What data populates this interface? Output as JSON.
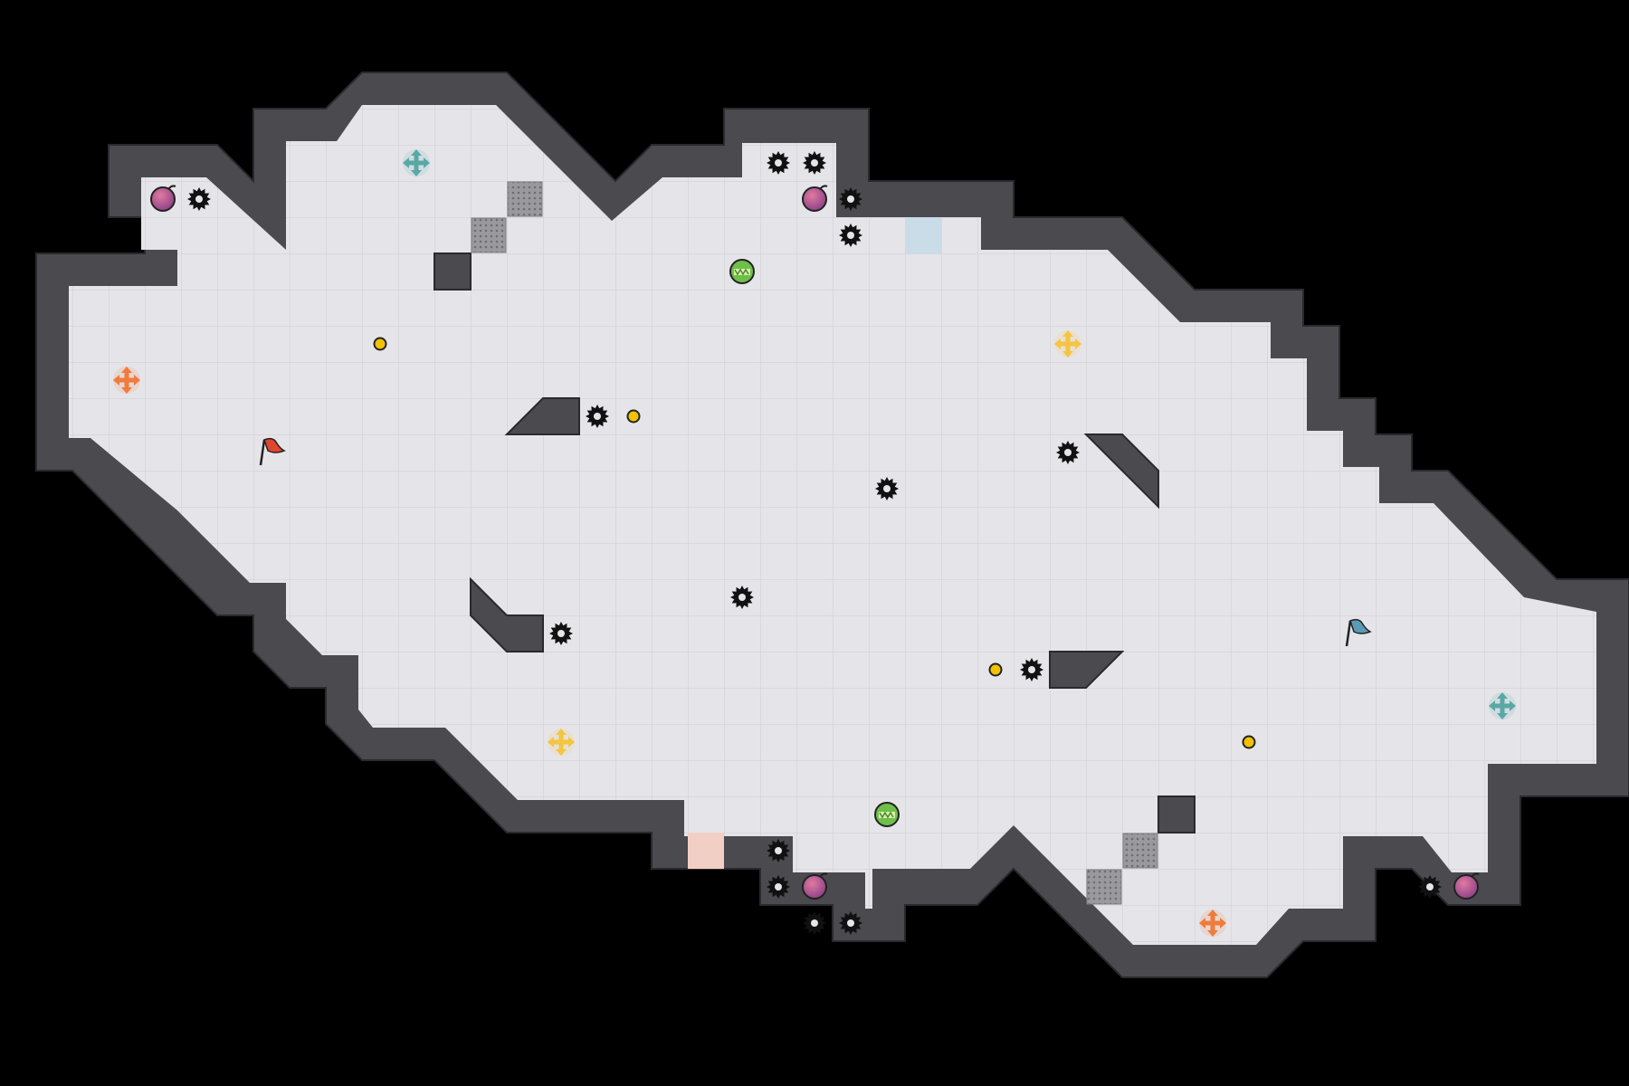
{
  "map": {
    "name": "",
    "colors": {
      "background": "#000000",
      "floor": "#e5e5e9",
      "grid": "#d3d3d9",
      "wall": "#4a4a4f",
      "wall_edge": "#2a2a2e",
      "red_team": "#e0452f",
      "blue_team": "#5a9ab5",
      "red_base": "#f2cfc4",
      "blue_base": "#c9dce7",
      "spike": "#111111",
      "bomb": "#a4508a",
      "booster": "#6fbf4b",
      "token": "#f2c200",
      "portal_teal": "#5aa8a6",
      "portal_orange": "#f07b3d",
      "portal_yellow": "#f5c542"
    },
    "objects": {
      "flags": [
        {
          "team": "red",
          "icon": "red-flag-icon",
          "col": 7,
          "row": 12
        },
        {
          "team": "blue",
          "icon": "blue-flag-icon",
          "col": 37,
          "row": 17
        }
      ],
      "bases": [
        {
          "team": "red",
          "col": 19,
          "row": 23
        },
        {
          "team": "blue",
          "col": 25,
          "row": 6
        }
      ],
      "spikes": [
        [
          5,
          5
        ],
        [
          21,
          4
        ],
        [
          22,
          4
        ],
        [
          23,
          5
        ],
        [
          23,
          6
        ],
        [
          16,
          11
        ],
        [
          29,
          12
        ],
        [
          24,
          13
        ],
        [
          20,
          16
        ],
        [
          15,
          17
        ],
        [
          28,
          18
        ],
        [
          21,
          23
        ],
        [
          21,
          24
        ],
        [
          22,
          25
        ],
        [
          23,
          25
        ],
        [
          39,
          24
        ]
      ],
      "bombs": [
        [
          4,
          5
        ],
        [
          22,
          5
        ],
        [
          22,
          24
        ],
        [
          40,
          24
        ]
      ],
      "boosters": [
        [
          20,
          7
        ],
        [
          24,
          22
        ]
      ],
      "tokens": [
        [
          10,
          9
        ],
        [
          17,
          11
        ],
        [
          27,
          18
        ],
        [
          34,
          20
        ]
      ],
      "portals": [
        {
          "icon": "portal-teal-icon",
          "color": "teal",
          "col": 11,
          "row": 4
        },
        {
          "icon": "portal-teal-icon",
          "color": "teal",
          "col": 41,
          "row": 19
        },
        {
          "icon": "portal-orange-icon",
          "color": "orange",
          "col": 3,
          "row": 10
        },
        {
          "icon": "portal-orange-icon",
          "color": "orange",
          "col": 33,
          "row": 25
        },
        {
          "icon": "portal-yellow-icon",
          "color": "yellow",
          "col": 29,
          "row": 9
        },
        {
          "icon": "portal-yellow-icon",
          "color": "yellow",
          "col": 15,
          "row": 20
        }
      ],
      "gates": [
        [
          14,
          5
        ],
        [
          13,
          6
        ],
        [
          31,
          23
        ],
        [
          30,
          24
        ]
      ],
      "wall_blocks": [
        [
          12,
          7
        ],
        [
          32,
          22
        ]
      ]
    }
  }
}
